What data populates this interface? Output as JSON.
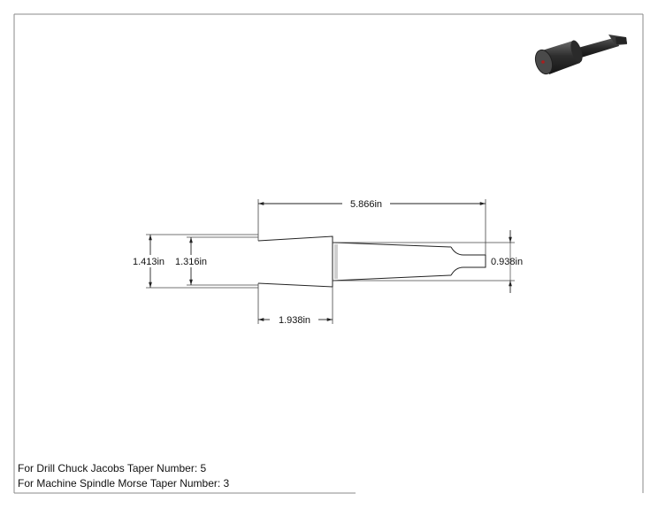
{
  "dimensions": {
    "overall_length": "5.866in",
    "chuck_end_outer_diameter": "1.413in",
    "chuck_end_inner_diameter": "1.316in",
    "chuck_taper_length": "1.938in",
    "spindle_end_diameter": "0.938in"
  },
  "notes": {
    "line1": "For Drill Chuck Jacobs Taper Number: 5",
    "line2": "For Machine Spindle Morse Taper Number: 3"
  },
  "colors": {
    "line": "#222222",
    "frame": "#8a8a8a",
    "part_dark": "#3a3a3a"
  }
}
